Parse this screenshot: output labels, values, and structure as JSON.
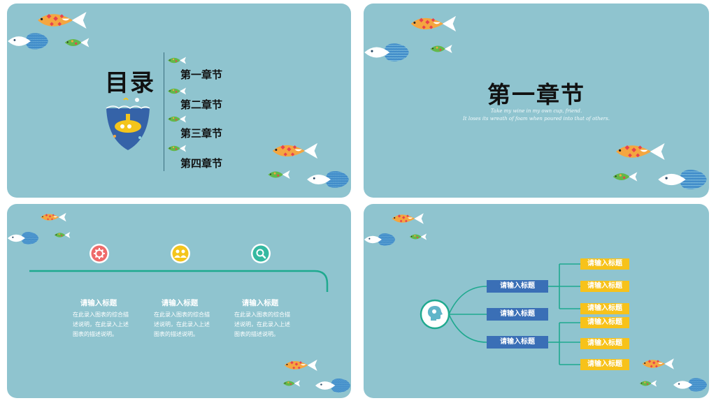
{
  "slide1": {
    "title": "目录",
    "items": [
      {
        "label": "第一章节"
      },
      {
        "label": "第二章节"
      },
      {
        "label": "第三章节"
      },
      {
        "label": "第四章节"
      }
    ]
  },
  "slide2": {
    "title": "第一章节",
    "quote_line1": "Take my wine in my own cup, friend.",
    "quote_line2": "It loses its wreath of foam when poured into that of others."
  },
  "slide3": {
    "icons": [
      "gear-icon",
      "people-icon",
      "search-icon"
    ],
    "icon_colors": [
      "#ee6a6a",
      "#f4c51c",
      "#35b9a1"
    ],
    "columns": [
      {
        "title": "请输入标题",
        "desc": "在此录入图表的综合描述说明，在此录入上述图表的描述说明。"
      },
      {
        "title": "请输入标题",
        "desc": "在此录入图表的综合描述说明，在此录入上述图表的描述说明。"
      },
      {
        "title": "请输入标题",
        "desc": "在此录入图表的综合描述说明，在此录入上述图表的描述说明。"
      }
    ]
  },
  "slide4": {
    "center_icon": "head-brain-icon",
    "branches": [
      {
        "label": "请输入标题",
        "leaves": [
          "请输入标题",
          "请输入标题",
          "请输入标题"
        ]
      },
      {
        "label": "请输入标题",
        "leaves": []
      },
      {
        "label": "请输入标题",
        "leaves": [
          "请输入标题",
          "请输入标题",
          "请输入标题"
        ]
      }
    ]
  },
  "colors": {
    "slide_bg": "#8fc4cf",
    "teal_line": "#1fa98f",
    "blue_box": "#3a6fb6",
    "yellow_box": "#f7c21a",
    "fish_orange": "#f4a640",
    "fish_blue": "#3f8bc9",
    "fish_green": "#62b84a"
  }
}
